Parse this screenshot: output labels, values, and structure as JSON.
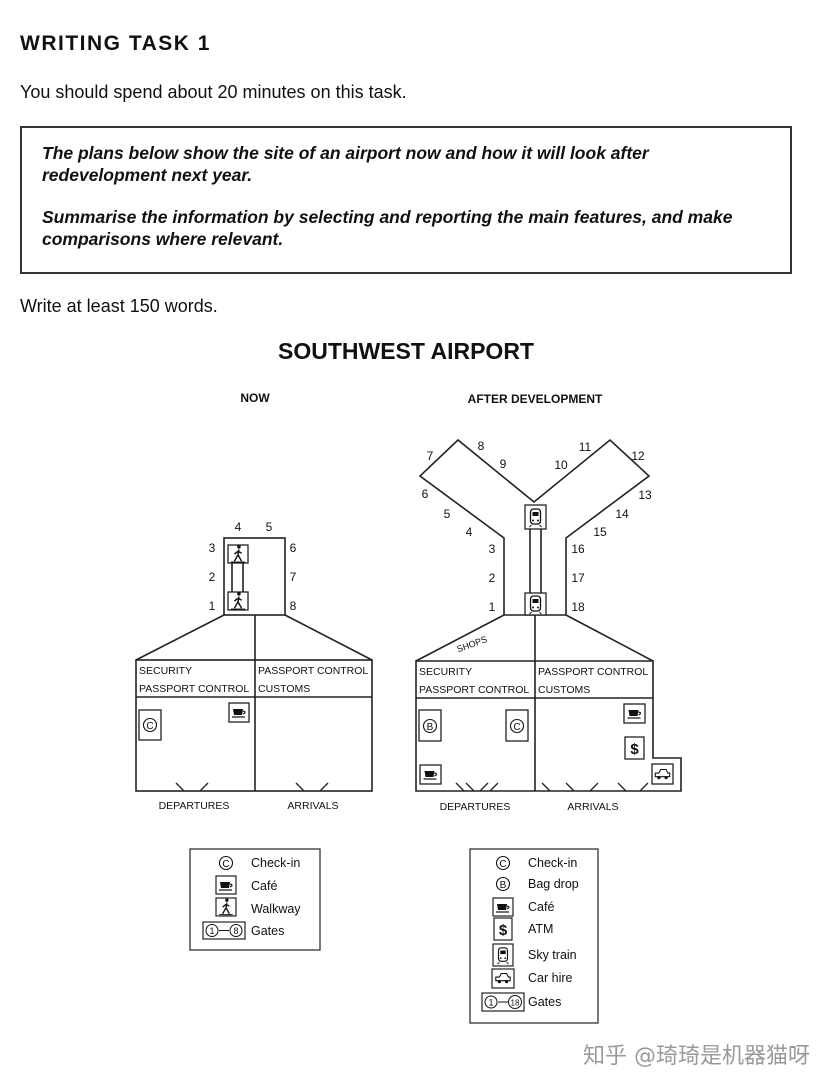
{
  "header": {
    "title": "WRITING TASK 1",
    "instruction": "You should spend about 20 minutes on this task."
  },
  "prompt": {
    "line1": "The plans below show the site of an airport now and how it will look after redevelopment next year.",
    "line2": "Summarise the information by selecting and reporting the main features, and make comparisons where relevant."
  },
  "word_requirement": "Write at least 150 words.",
  "figure": {
    "title": "SOUTHWEST AIRPORT",
    "now": {
      "label": "NOW",
      "gates": [
        "1",
        "2",
        "3",
        "4",
        "5",
        "6",
        "7",
        "8"
      ],
      "zones": {
        "left_top": "SECURITY",
        "left_bottom": "PASSPORT CONTROL",
        "right_top": "PASSPORT CONTROL",
        "right_bottom": "CUSTOMS"
      },
      "departures": "DEPARTURES",
      "arrivals": "ARRIVALS",
      "legend": {
        "checkin": "Check-in",
        "cafe": "Café",
        "walkway": "Walkway",
        "gates": "Gates",
        "gates_from": "1",
        "gates_to": "8"
      }
    },
    "after": {
      "label": "AFTER DEVELOPMENT",
      "gates": [
        "1",
        "2",
        "3",
        "4",
        "5",
        "6",
        "7",
        "8",
        "9",
        "10",
        "11",
        "12",
        "13",
        "14",
        "15",
        "16",
        "17",
        "18"
      ],
      "shops": "SHOPS",
      "zones": {
        "left_top": "SECURITY",
        "left_bottom": "PASSPORT CONTROL",
        "right_top": "PASSPORT CONTROL",
        "right_bottom": "CUSTOMS"
      },
      "departures": "DEPARTURES",
      "arrivals": "ARRIVALS",
      "legend": {
        "checkin": "Check-in",
        "bagdrop": "Bag drop",
        "cafe": "Café",
        "atm": "ATM",
        "skytrain": "Sky train",
        "carhire": "Car hire",
        "gates": "Gates",
        "gates_from": "1",
        "gates_to": "18"
      }
    },
    "icon_glyphs": {
      "checkin": "C",
      "bagdrop": "B",
      "atm": "$"
    }
  },
  "watermark": "知乎 @琦琦是机器猫呀"
}
